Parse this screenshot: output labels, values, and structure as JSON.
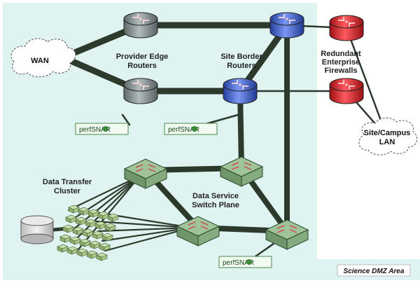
{
  "labels": {
    "wan": "WAN",
    "provider_edge": [
      "Provider Edge",
      "Routers"
    ],
    "site_border": [
      "Site Border",
      "Routers"
    ],
    "firewalls": [
      "Redundant",
      "Enterprise",
      "Firewalls"
    ],
    "site_lan": [
      "Site/Campus",
      "LAN"
    ],
    "data_transfer": [
      "Data Transfer",
      "Cluster"
    ],
    "switch_plane": [
      "Data Service",
      "Switch Plane"
    ],
    "dmz_area": "Science DMZ Area"
  },
  "perfsonar": {
    "prefix": "perfS",
    "suffix": "NAR"
  },
  "colors": {
    "dmz_bg": "#dff3f0",
    "link": "#2c3a2c",
    "router_gray": "#8a9494",
    "router_blue": "#3d62d8",
    "router_red": "#e0242a",
    "switch_green": "#7fa87a",
    "arrow_red": "#d8404a",
    "perfsonar_dot": "#3a8a3a"
  },
  "icons": {
    "router": "router-icon",
    "switch": "switch-icon",
    "cloud": "cloud-icon",
    "storage": "storage-icon",
    "server": "server-icon"
  }
}
